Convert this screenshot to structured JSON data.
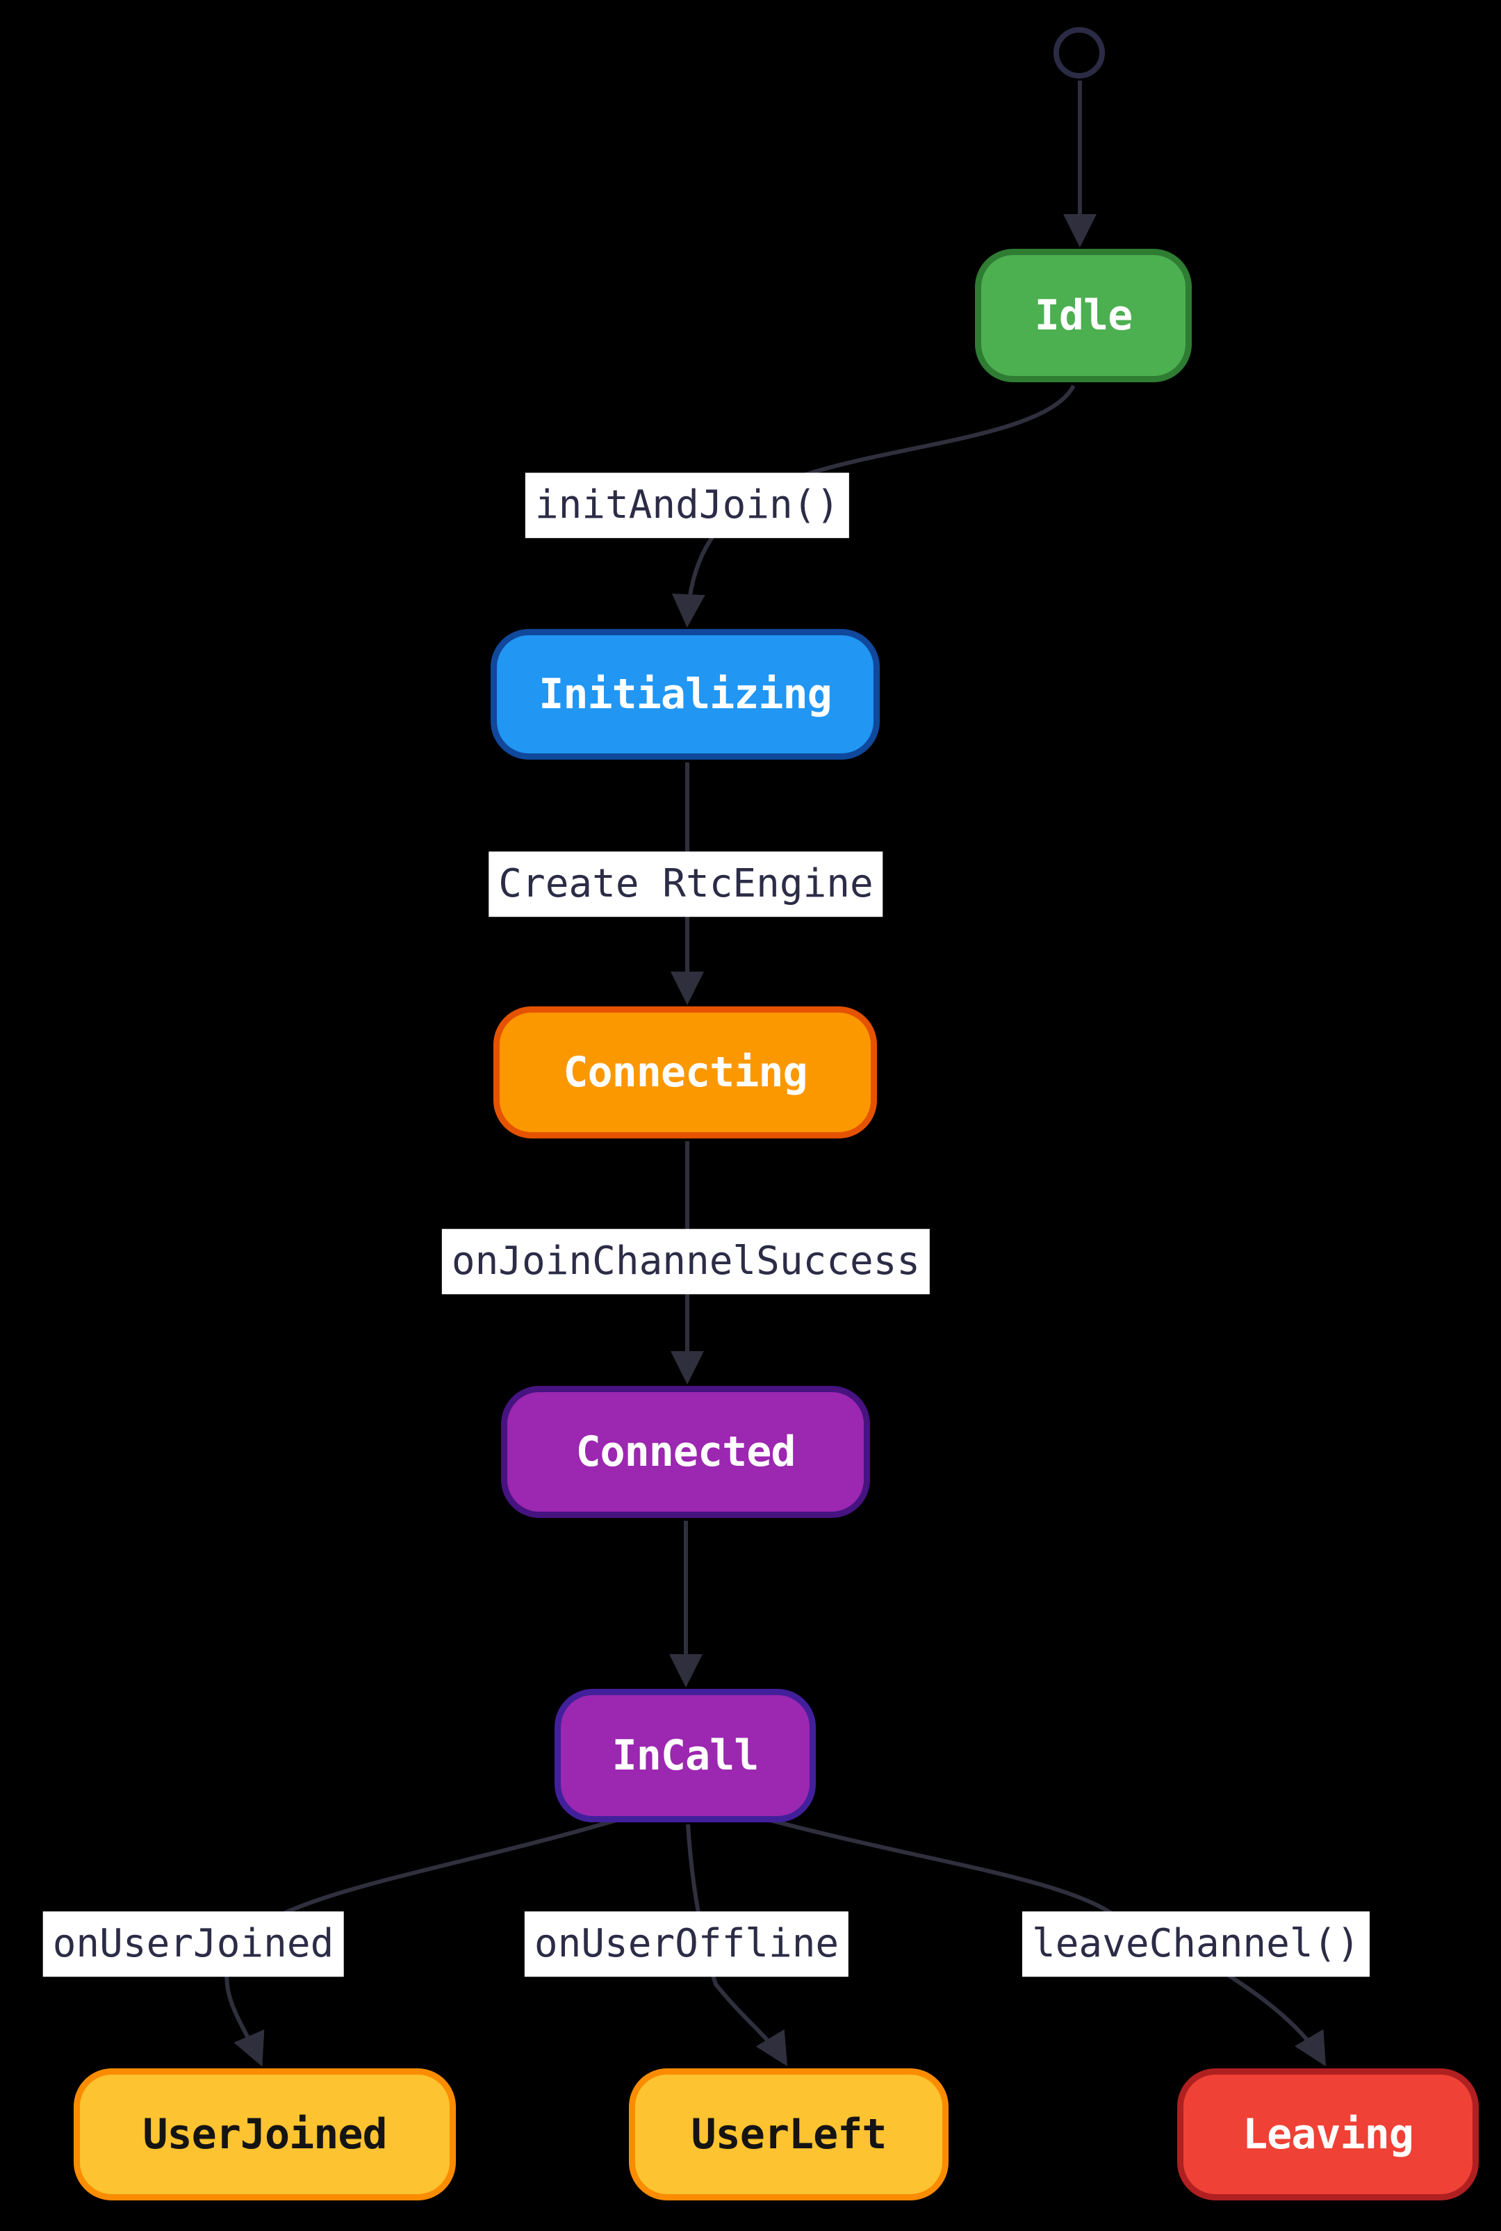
{
  "diagram": {
    "kind": "state-machine-flowchart",
    "background_color": "#000000",
    "edge_color": "#2f2f3d",
    "start_marker": {
      "shape": "circle-outline",
      "color": "#2b2b45"
    },
    "label_style": {
      "bg": "#ffffff",
      "text": "#2c2c47"
    },
    "states": [
      {
        "id": "Idle",
        "label": "Idle",
        "fill": "#4caf50",
        "border": "#2e7d32",
        "text_color": "#ffffff"
      },
      {
        "id": "Initializing",
        "label": "Initializing",
        "fill": "#2196f3",
        "border": "#10489c",
        "text_color": "#ffffff"
      },
      {
        "id": "Connecting",
        "label": "Connecting",
        "fill": "#fb9800",
        "border": "#e55300",
        "text_color": "#ffffff"
      },
      {
        "id": "Connected",
        "label": "Connected",
        "fill": "#9c27b0",
        "border": "#461380",
        "text_color": "#ffffff"
      },
      {
        "id": "InCall",
        "label": "InCall",
        "fill": "#9c27b0",
        "border": "#42209b",
        "text_color": "#ffffff"
      },
      {
        "id": "UserJoined",
        "label": "UserJoined",
        "fill": "#fdc330",
        "border": "#fb8c00",
        "text_color": "#141414"
      },
      {
        "id": "UserLeft",
        "label": "UserLeft",
        "fill": "#fdc330",
        "border": "#fb8c00",
        "text_color": "#141414"
      },
      {
        "id": "Leaving",
        "label": "Leaving",
        "fill": "#ef4135",
        "border": "#b02020",
        "text_color": "#ffffff"
      }
    ],
    "transitions": [
      {
        "from": "start",
        "to": "Idle",
        "label": ""
      },
      {
        "from": "Idle",
        "to": "Initializing",
        "label": "initAndJoin()"
      },
      {
        "from": "Initializing",
        "to": "Connecting",
        "label": "Create RtcEngine"
      },
      {
        "from": "Connecting",
        "to": "Connected",
        "label": "onJoinChannelSuccess"
      },
      {
        "from": "Connected",
        "to": "InCall",
        "label": ""
      },
      {
        "from": "InCall",
        "to": "UserJoined",
        "label": "onUserJoined"
      },
      {
        "from": "InCall",
        "to": "UserLeft",
        "label": "onUserOffline"
      },
      {
        "from": "InCall",
        "to": "Leaving",
        "label": "leaveChannel()"
      }
    ]
  }
}
